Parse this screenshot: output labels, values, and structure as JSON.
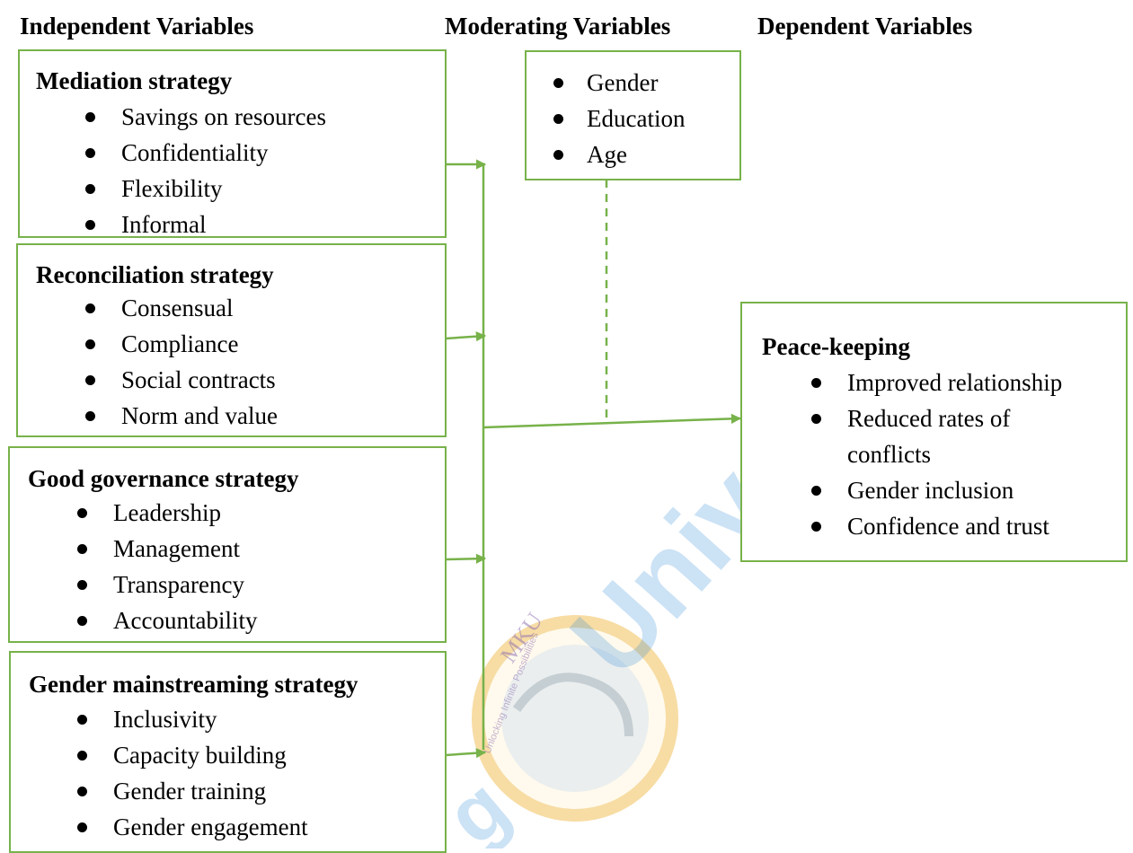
{
  "headers": {
    "independent": "Independent Variables",
    "moderating": "Moderating Variables",
    "dependent": "Dependent Variables"
  },
  "independent_boxes": [
    {
      "title": "Mediation strategy",
      "items": [
        "Savings on resources",
        "Confidentiality",
        "Flexibility",
        "Informal"
      ]
    },
    {
      "title": "Reconciliation strategy",
      "items": [
        "Consensual",
        "Compliance",
        "Social contracts",
        "Norm and value"
      ]
    },
    {
      "title": "Good governance strategy",
      "items": [
        "Leadership",
        "Management",
        "Transparency",
        "Accountability"
      ]
    },
    {
      "title": "Gender mainstreaming strategy",
      "items": [
        "Inclusivity",
        "Capacity building",
        "Gender training",
        "Gender engagement"
      ]
    }
  ],
  "moderating_box": {
    "items": [
      "Gender",
      "Education",
      "Age"
    ]
  },
  "dependent_box": {
    "title": "Peace-keeping",
    "items": [
      "Improved relationship",
      "Reduced rates of",
      "conflicts",
      "Gender inclusion",
      "Confidence and trust"
    ]
  },
  "watermark": {
    "text": "Unlocking Infinite Possibilities",
    "emblem": "MKU",
    "word": "Univer"
  },
  "colors": {
    "border": "#77b24a",
    "watermark_blue": "#1e7fd6",
    "seal_gold": "#f2c15a"
  }
}
